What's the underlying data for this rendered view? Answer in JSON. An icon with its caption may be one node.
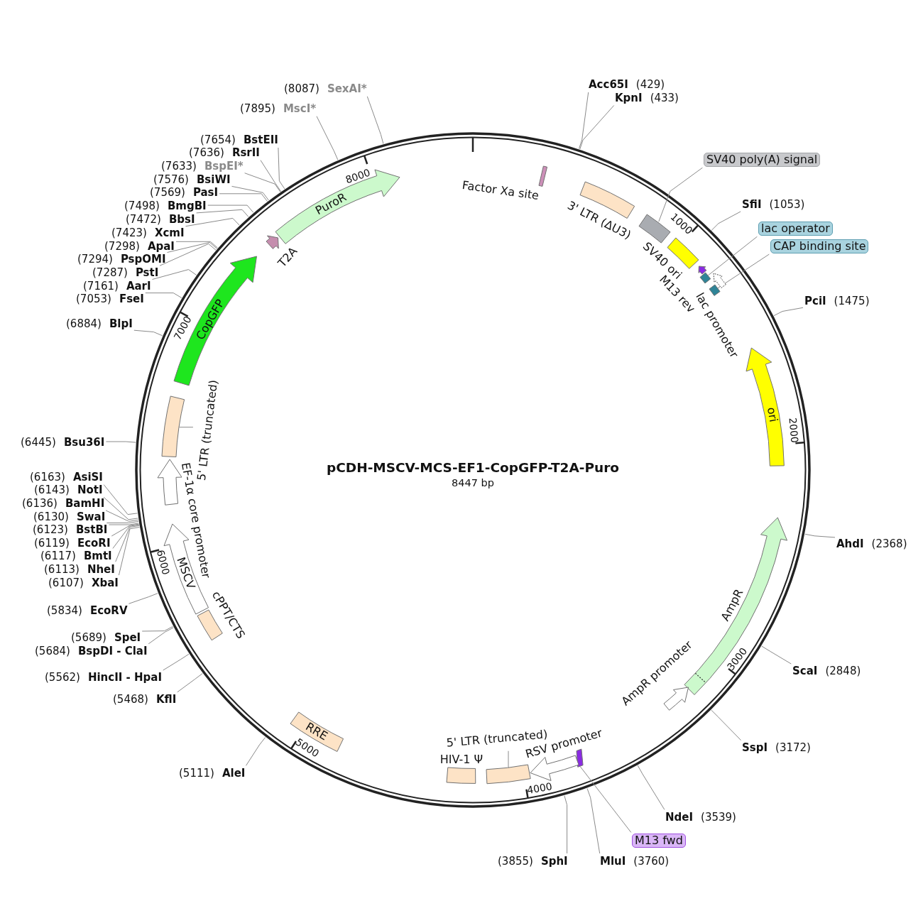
{
  "diagram": {
    "title": "pCDH-MSCV-MCS-EF1-CopGFP-T2A-Puro",
    "nodes": [
      {
        "text": [
          "Factor Xa site"
        ]
      },
      {
        "text": [
          "3' LTR (ΔU3)"
        ]
      },
      {
        "text": [
          "SV40 poly(A) signal"
        ]
      },
      {
        "text": [],
        "shape": "box"
      },
      {
        "text": [
          "SV40 ori"
        ]
      },
      {
        "text": [
          "M13 rev"
        ]
      },
      {
        "text": [
          "lac operator"
        ]
      },
      {
        "text": [],
        "shape": "box"
      },
      {
        "text": [
          "lac promoter"
        ]
      },
      {
        "text": [
          "CAP binding site"
        ]
      },
      {
        "text": [],
        "shape": "box"
      },
      {
        "text": [
          "ori"
        ]
      },
      {
        "text": [
          "AmpR"
        ]
      },
      {
        "text": [
          "AmpR promoter"
        ]
      },
      {
        "text": [
          "M13 fwd"
        ]
      },
      {
        "text": [],
        "shape": "bar"
      },
      {
        "text": [
          "RSV promoter"
        ]
      },
      {
        "text": [
          "5' LTR (truncated)"
        ]
      },
      {
        "text": [],
        "shape": "box"
      },
      {
        "text": [
          "HIV-1 Ψ"
        ]
      },
      {
        "text": [
          "RRE"
        ]
      },
      {
        "text": [
          "cPPT/CTS"
        ]
      },
      {
        "text": [
          "MSCV"
        ]
      },
      {
        "text": [
          "EF-1α core promoter"
        ]
      },
      {
        "text": [
          "5' LTR (truncated)"
        ]
      },
      {
        "text": [],
        "shape": "box"
      },
      {
        "text": [
          "CopGFP"
        ]
      },
      {
        "text": [
          "T2A"
        ]
      },
      {
        "text": [
          "PuroR"
        ]
      },
      {
        "text": [
          "Acc65I",
          "(429)"
        ]
      },
      {
        "text": [
          "KpnI",
          "(433)"
        ]
      },
      {
        "text": [
          "SfiI",
          "(1053)"
        ]
      },
      {
        "text": [
          "PciI",
          "(1475)"
        ]
      },
      {
        "text": [
          "AhdI",
          "(2368)"
        ]
      },
      {
        "text": [
          "ScaI",
          "(2848)"
        ]
      },
      {
        "text": [
          "SspI",
          "(3172)"
        ]
      },
      {
        "text": [
          "NdeI",
          "(3539)"
        ]
      },
      {
        "text": [
          "MluI",
          "(3760)"
        ]
      },
      {
        "text": [
          "(3855)",
          "SphI"
        ]
      },
      {
        "text": [
          "(5111)",
          "AleI"
        ]
      },
      {
        "text": [
          "(5468)",
          "KflI"
        ]
      },
      {
        "text": [
          "(5562)",
          "HincII - HpaI"
        ]
      },
      {
        "text": [
          "(5684)",
          "BspDI - ClaI"
        ]
      },
      {
        "text": [
          "(5689)",
          "SpeI"
        ]
      },
      {
        "text": [
          "(5834)",
          "EcoRV"
        ]
      },
      {
        "text": [
          "(6107)",
          "XbaI"
        ]
      },
      {
        "text": [
          "(6113)",
          "NheI"
        ]
      },
      {
        "text": [
          "(6117)",
          "BmtI"
        ]
      },
      {
        "text": [
          "(6119)",
          "EcoRI"
        ]
      },
      {
        "text": [
          "(6123)",
          "BstBI"
        ]
      },
      {
        "text": [
          "(6130)",
          "SwaI"
        ]
      },
      {
        "text": [
          "(6136)",
          "BamHI"
        ]
      },
      {
        "text": [
          "(6143)",
          "NotI"
        ]
      },
      {
        "text": [
          "(6163)",
          "AsiSI"
        ]
      },
      {
        "text": [
          "(6445)",
          "Bsu36I"
        ]
      },
      {
        "text": [
          "(6884)",
          "BlpI"
        ]
      },
      {
        "text": [
          "(7053)",
          "FseI"
        ]
      },
      {
        "text": [
          "(7161)",
          "AarI"
        ]
      },
      {
        "text": [
          "(7287)",
          "PstI"
        ]
      },
      {
        "text": [
          "(7294)",
          "PspOMI"
        ]
      },
      {
        "text": [
          "(7298)",
          "ApaI"
        ]
      },
      {
        "text": [
          "(7423)",
          "XcmI"
        ]
      },
      {
        "text": [
          "(7472)",
          "BbsI"
        ]
      },
      {
        "text": [
          "(7498)",
          "BmgBI"
        ]
      },
      {
        "text": [
          "(7569)",
          "PasI"
        ]
      },
      {
        "text": [
          "(7576)",
          "BsiWI"
        ]
      },
      {
        "text": [
          "(7633)",
          "BspEI*"
        ]
      },
      {
        "text": [
          "(7636)",
          "RsrII"
        ]
      },
      {
        "text": [
          "(7654)",
          "BstEII"
        ]
      },
      {
        "text": [
          "(7895)",
          "MscI*"
        ]
      },
      {
        "text": [
          "(8087)",
          "SexAI*"
        ]
      }
    ],
    "edges": [
      {
        "from": 2,
        "to": 3,
        "arrow": "none"
      },
      {
        "from": 6,
        "to": 7,
        "arrow": "none"
      },
      {
        "from": 9,
        "to": 10,
        "arrow": "none"
      },
      {
        "from": 14,
        "to": 15,
        "arrow": "none"
      },
      {
        "from": 17,
        "to": 18,
        "arrow": "none"
      },
      {
        "from": 24,
        "to": 25,
        "arrow": "none"
      },
      {
        "from": 29,
        "to": null,
        "arrow": "none"
      },
      {
        "from": 30,
        "to": null,
        "arrow": "none"
      },
      {
        "from": 31,
        "to": null,
        "arrow": "none"
      },
      {
        "from": 32,
        "to": null,
        "arrow": "none"
      },
      {
        "from": 33,
        "to": null,
        "arrow": "none"
      },
      {
        "from": 34,
        "to": null,
        "arrow": "none"
      },
      {
        "from": 35,
        "to": null,
        "arrow": "none"
      },
      {
        "from": 36,
        "to": null,
        "arrow": "none"
      },
      {
        "from": 37,
        "to": null,
        "arrow": "none"
      },
      {
        "from": 38,
        "to": null,
        "arrow": "none"
      },
      {
        "from": 39,
        "to": null,
        "arrow": "none"
      },
      {
        "from": 40,
        "to": null,
        "arrow": "none"
      },
      {
        "from": 41,
        "to": null,
        "arrow": "none"
      },
      {
        "from": 42,
        "to": null,
        "arrow": "none"
      },
      {
        "from": 43,
        "to": null,
        "arrow": "none"
      },
      {
        "from": 44,
        "to": null,
        "arrow": "none"
      },
      {
        "from": 45,
        "to": null,
        "arrow": "none"
      },
      {
        "from": 46,
        "to": null,
        "arrow": "none"
      },
      {
        "from": 47,
        "to": null,
        "arrow": "none"
      },
      {
        "from": 48,
        "to": null,
        "arrow": "none"
      },
      {
        "from": 49,
        "to": null,
        "arrow": "none"
      },
      {
        "from": 50,
        "to": null,
        "arrow": "none"
      },
      {
        "from": 51,
        "to": null,
        "arrow": "none"
      },
      {
        "from": 52,
        "to": null,
        "arrow": "none"
      },
      {
        "from": 53,
        "to": null,
        "arrow": "none"
      },
      {
        "from": 54,
        "to": null,
        "arrow": "none"
      },
      {
        "from": 55,
        "to": null,
        "arrow": "none"
      },
      {
        "from": 56,
        "to": null,
        "arrow": "none"
      },
      {
        "from": 57,
        "to": null,
        "arrow": "none"
      },
      {
        "from": 58,
        "to": null,
        "arrow": "none"
      },
      {
        "from": 59,
        "to": null,
        "arrow": "none"
      },
      {
        "from": 60,
        "to": null,
        "arrow": "none"
      },
      {
        "from": 61,
        "to": null,
        "arrow": "none"
      },
      {
        "from": 62,
        "to": null,
        "arrow": "none"
      },
      {
        "from": 63,
        "to": null,
        "arrow": "none"
      },
      {
        "from": 64,
        "to": null,
        "arrow": "none"
      },
      {
        "from": 65,
        "to": null,
        "arrow": "none"
      },
      {
        "from": 66,
        "to": null,
        "arrow": "none"
      },
      {
        "from": 67,
        "to": null,
        "arrow": "none"
      },
      {
        "from": 68,
        "to": null,
        "arrow": "none"
      },
      {
        "from": 69,
        "to": null,
        "arrow": "none"
      },
      {
        "from": 70,
        "to": null,
        "arrow": "none"
      }
    ],
    "labels": [
      "8447 bp",
      "1000",
      "2000",
      "3000",
      "4000",
      "5000",
      "6000",
      "7000",
      "8000"
    ]
  }
}
